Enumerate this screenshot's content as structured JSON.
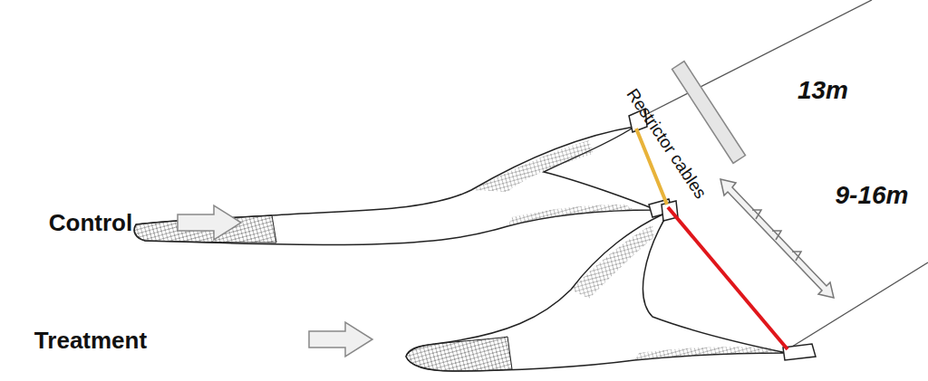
{
  "diagram": {
    "labels": [
      "Control",
      "Treatment",
      "13m",
      "Restrictor cables",
      "9-16m"
    ]
  }
}
